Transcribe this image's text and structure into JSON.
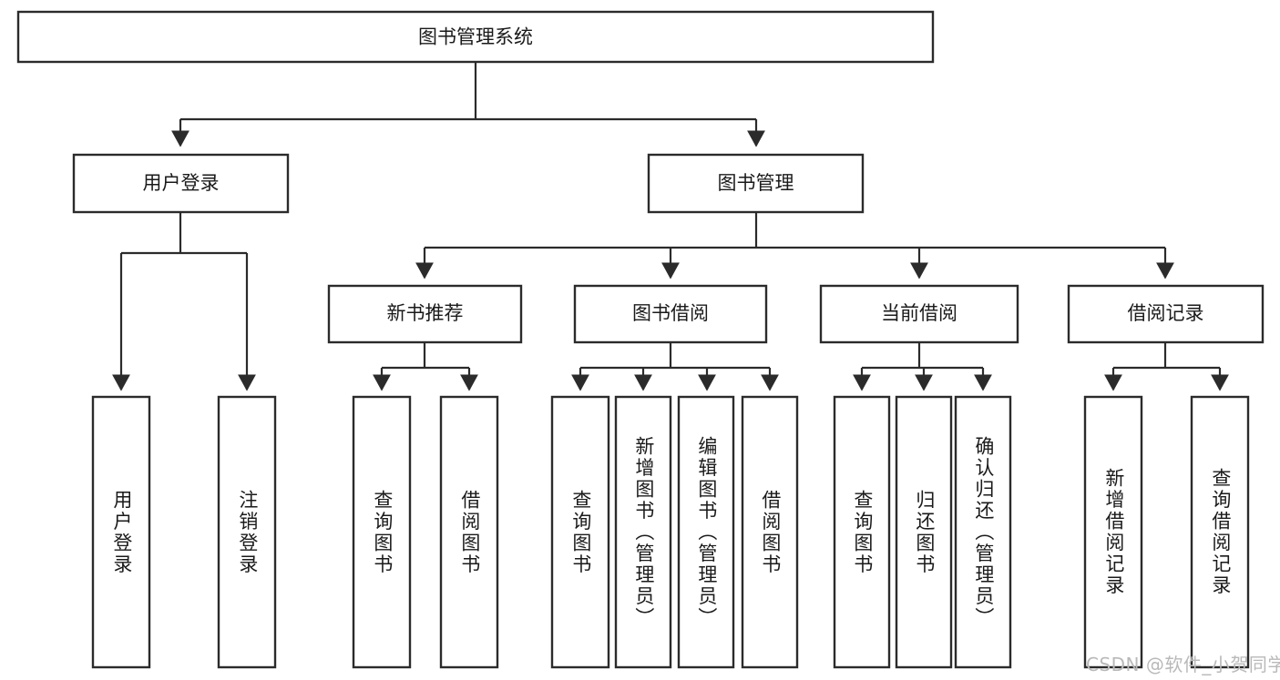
{
  "diagram": {
    "type": "tree",
    "title": "图书管理系统",
    "orientation": "top-down",
    "background_color": "#ffffff",
    "line_color": "#2b2b2b",
    "text_color": "#1a1a1a",
    "root": {
      "label": "图书管理系统",
      "level": 0
    },
    "level2": [
      {
        "label": "用户登录"
      },
      {
        "label": "图书管理"
      }
    ],
    "level3": [
      {
        "label": "新书推荐"
      },
      {
        "label": "图书借阅"
      },
      {
        "label": "当前借阅"
      },
      {
        "label": "借阅记录"
      }
    ],
    "leaves": {
      "user_login": [
        {
          "label": "用户登录"
        },
        {
          "label": "注销登录"
        }
      ],
      "new_book_recommend": [
        {
          "label": "查询图书"
        },
        {
          "label": "借阅图书"
        }
      ],
      "book_borrow": [
        {
          "label": "查询图书"
        },
        {
          "label": "新增图书（管理员）"
        },
        {
          "label": "编辑图书（管理员）"
        },
        {
          "label": "借阅图书"
        }
      ],
      "current_borrow": [
        {
          "label": "查询图书"
        },
        {
          "label": "归还图书"
        },
        {
          "label": "确认归还（管理员）"
        }
      ],
      "borrow_record": [
        {
          "label": "新增借阅记录"
        },
        {
          "label": "查询借阅记录"
        }
      ]
    },
    "watermark": "CSDN @软件_小贺同学"
  }
}
